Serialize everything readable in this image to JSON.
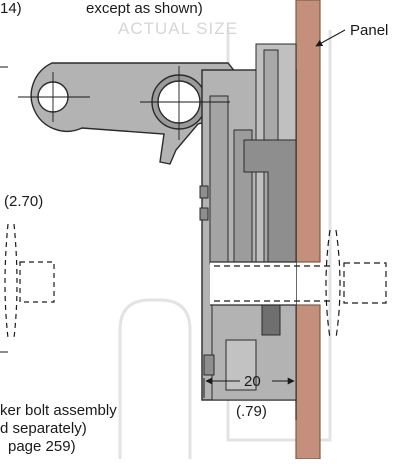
{
  "header": {
    "left_fragment": "14)",
    "center_fragment": "except as shown)",
    "watermark": "ACTUAL SIZE"
  },
  "callouts": {
    "panel": "Panel",
    "side_dimension": "(2.70)",
    "bottom_dimension_mm": "20",
    "bottom_dimension_in": "(.79)"
  },
  "note_lines": [
    "ker bolt assembly",
    "d separately)",
    "page 259)"
  ],
  "colors": {
    "panel_fill": "#c4907c",
    "panel_stroke": "#7a5a4e",
    "metal_fill": "#b3b3b3",
    "metal_dark": "#8e8e8e",
    "outline": "#2b2b2b",
    "hole_fill": "#ffffff",
    "watermark": "#d6d6d6"
  }
}
